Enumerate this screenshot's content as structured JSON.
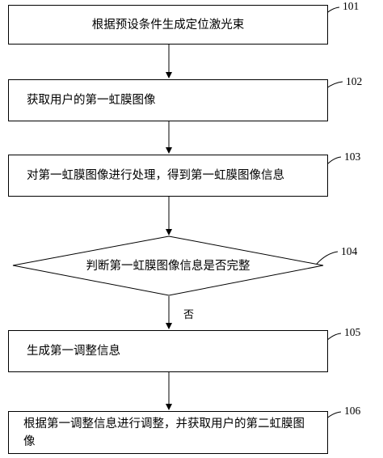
{
  "steps": [
    {
      "id": "101",
      "text": "根据预设条件生成定位激光束"
    },
    {
      "id": "102",
      "text": "获取用户的第一虹膜图像"
    },
    {
      "id": "103",
      "text": "对第一虹膜图像进行处理，得到第一虹膜图像信息"
    },
    {
      "id": "104",
      "text": "判断第一虹膜图像信息是否完整"
    },
    {
      "id": "105",
      "text": "生成第一调整信息"
    },
    {
      "id": "106",
      "text": "根据第一调整信息进行调整，并获取用户的第二虹膜图像"
    }
  ],
  "edge_labels": {
    "no": "否"
  }
}
